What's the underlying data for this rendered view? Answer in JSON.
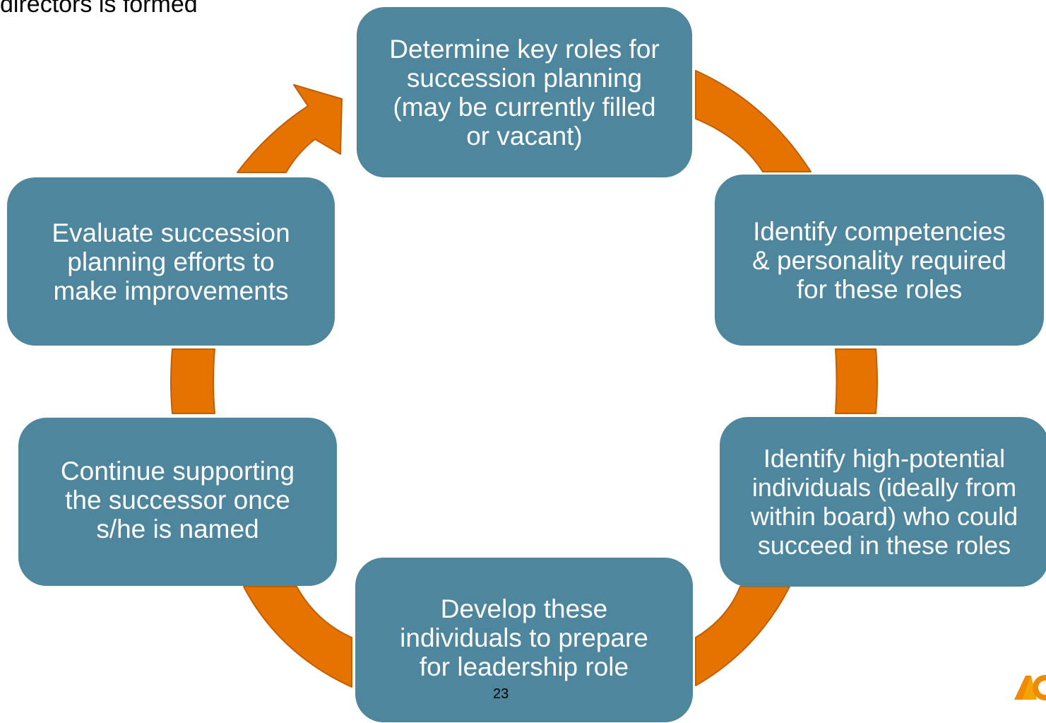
{
  "heading_fragment": "directors is formed",
  "steps": [
    "Determine key roles for\nsuccession planning\n(may be currently filled\nor vacant)",
    "Identify competencies\n& personality required\nfor these roles",
    "Identify high-potential\nindividuals (ideally from\nwithin board) who could\nsucceed in these roles",
    "Develop these\nindividuals to prepare\nfor leadership role",
    "Continue supporting\nthe successor once\ns/he is named",
    "Evaluate succession\nplanning efforts to\nmake improvements"
  ],
  "page_number": "23",
  "colors": {
    "box": "#4d869d",
    "arrow": "#e67300",
    "arrow_edge": "#c25e00",
    "text": "#ffffff"
  }
}
